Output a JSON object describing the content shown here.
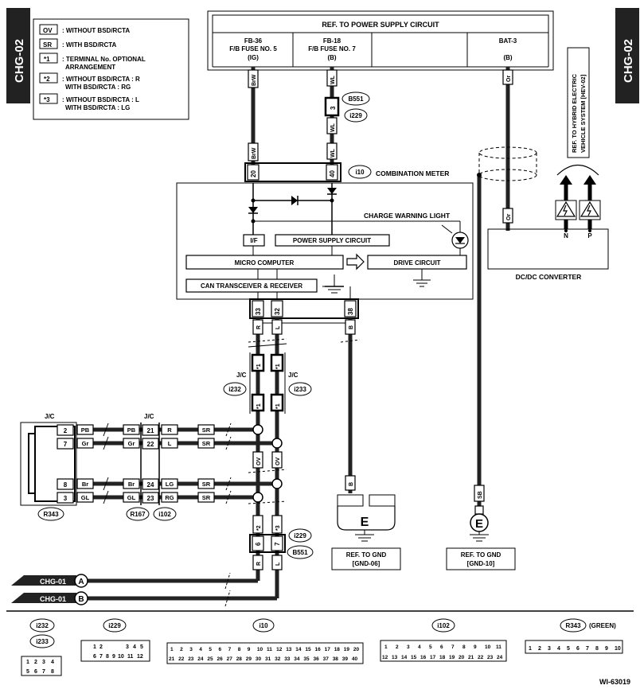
{
  "page_tag": "CHG-02",
  "legend": {
    "ov": {
      "code": "OV",
      "text": ": WITHOUT BSD/RCTA"
    },
    "sr": {
      "code": "SR",
      "text": ": WITH BSD/RCTA"
    },
    "n1": {
      "code": "*1",
      "text1": ": TERMINAL No. OPTIONAL",
      "text2": "ARRANGEMENT"
    },
    "n2": {
      "code": "*2",
      "text1": ": WITHOUT BSD/RCTA  : R",
      "text2": "WITH BSD/RCTA  : RG"
    },
    "n3": {
      "code": "*3",
      "text1": ": WITHOUT BSD/RCTA  : L",
      "text2": "WITH BSD/RCTA  : LG"
    }
  },
  "power_supply": {
    "title": "REF. TO POWER SUPPLY CIRCUIT",
    "c1": {
      "l1": "FB-36",
      "l2": "F/B FUSE NO. 5",
      "l3": "(IG)"
    },
    "c2": {
      "l1": "FB-18",
      "l2": "F/B FUSE NO. 7",
      "l3": "(B)"
    },
    "c4": {
      "l1": "BAT-3",
      "l3": "(B)"
    }
  },
  "hev_ref": {
    "l1": "REF. TO HYBRID ELECTRIC",
    "l2": "VEHICLE SYSTEM [HEV-02]"
  },
  "meter": {
    "name": "COMBINATION METER",
    "connector": "i10",
    "pin_20": "20",
    "pin_40": "40",
    "charge_warning": "CHARGE WARNING LIGHT",
    "if": "I/F",
    "power_circuit": "POWER SUPPLY CIRCUIT",
    "micro": "MICRO COMPUTER",
    "drive": "DRIVE CIRCUIT",
    "can": "CAN TRANSCEIVER & RECEIVER",
    "pin_33": "33",
    "pin_32": "32",
    "pin_38": "38"
  },
  "dcdc": {
    "name": "DC/DC CONVERTER",
    "n": "N",
    "p": "P"
  },
  "wires": {
    "brw": "BrW",
    "wl": "WL",
    "or": "Or",
    "r": "R",
    "l": "L",
    "b": "B",
    "sb": "SB",
    "pb": "PB",
    "gr": "Gr",
    "br": "Br",
    "gl": "GL",
    "lg": "LG",
    "rg": "RG",
    "sr": "SR",
    "ov": "OV",
    "n1": "*1",
    "n2": "*2",
    "n3": "*3"
  },
  "connectors": {
    "b551": "B551",
    "i229": "i229",
    "i232": "i232",
    "i233": "i233",
    "r343": "R343",
    "r167": "R167",
    "i102": "i102",
    "pin_3": "3",
    "pin_6": "6",
    "pin_7": "7"
  },
  "jc": "J/C",
  "jc_pins_left": [
    "2",
    "7",
    "8",
    "3"
  ],
  "jc_pins_mid": [
    "21",
    "22",
    "24",
    "23"
  ],
  "gnd": {
    "g1": {
      "letter": "E",
      "l1": "REF. TO GND",
      "l2": "[GND-06]"
    },
    "g2": {
      "letter": "E",
      "l1": "REF. TO GND",
      "l2": "[GND-10]"
    }
  },
  "chg": {
    "a_label": "CHG-01",
    "a": "A",
    "b_label": "CHG-01",
    "b": "B"
  },
  "bottom_connectors": {
    "i232": "i232",
    "i233": "i233",
    "i229": "i229",
    "i10": "i10",
    "i102": "i102",
    "r343": "R343",
    "r343_note": "(GREEN)"
  },
  "doc_code": "WI-63019"
}
